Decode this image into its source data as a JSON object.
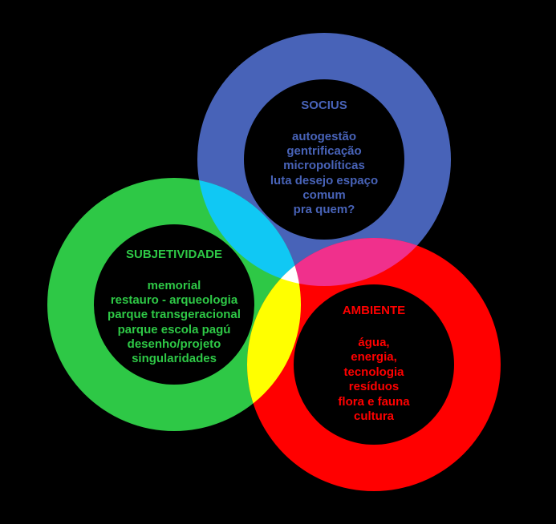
{
  "circles": [
    {
      "id": "socius",
      "title": "SOCIUS",
      "lines": [
        "autogestão",
        "gentrificação",
        "micropolíticas",
        "luta desejo espaço",
        "comum",
        "pra quem?"
      ],
      "color": "#4863b8"
    },
    {
      "id": "subjetividade",
      "title": "SUBJETIVIDADE",
      "lines": [
        "memorial",
        "restauro - arqueologia",
        "parque transgeracional",
        "parque escola pagú",
        "desenho/projeto",
        "singularidades"
      ],
      "color": "#2ec846"
    },
    {
      "id": "ambiente",
      "title": "AMBIENTE",
      "lines": [
        "água,",
        "energia,",
        "tecnologia",
        "resíduos",
        "flora e fauna",
        "cultura"
      ],
      "color": "#ff0000"
    }
  ],
  "overlap_colors": {
    "socius_subjetividade": "#10c8f4",
    "socius_ambiente": "#f0308c",
    "subjetividade_ambiente": "#ffff00",
    "center": "#ffffff"
  }
}
